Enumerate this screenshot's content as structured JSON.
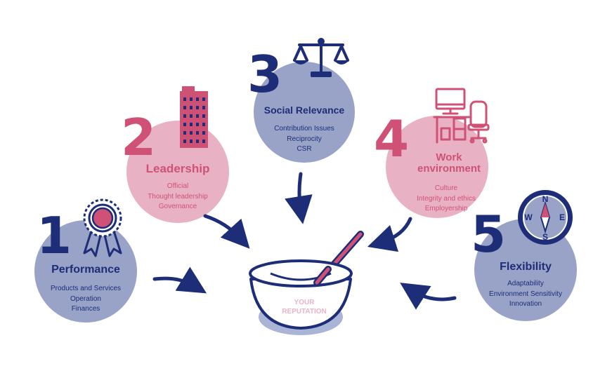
{
  "colors": {
    "navy": "#1d2d78",
    "rose": "#cf5276",
    "blue_circle": "#98a3c7",
    "pink_circle": "#e9b2c4",
    "bowl_shadow": "#aab4d6"
  },
  "center": {
    "label_line1": "YOUR",
    "label_line2": "REPUTATION",
    "icon": "mixing-bowl-icon"
  },
  "factors": [
    {
      "number": "1",
      "title": "Performance",
      "icon": "award-ribbon-icon",
      "items": [
        "Products and Services",
        "Operation",
        "Finances"
      ]
    },
    {
      "number": "2",
      "title": "Leadership",
      "icon": "office-building-icon",
      "items": [
        "Official",
        "Thought leadership",
        "Governance"
      ]
    },
    {
      "number": "3",
      "title": "Social Relevance",
      "icon": "balance-scale-icon",
      "items": [
        "Contribution Issues",
        "Reciprocity",
        "CSR"
      ]
    },
    {
      "number": "4",
      "title_line1": "Work",
      "title_line2": "environment",
      "icon": "office-desk-icon",
      "items": [
        "Culture",
        "Integrity and ethics",
        "Employership"
      ]
    },
    {
      "number": "5",
      "title": "Flexibility",
      "icon": "compass-icon",
      "items": [
        "Adaptability",
        "Environment Sensitivity",
        "Innovation"
      ]
    }
  ],
  "compass_letters": {
    "n": "N",
    "s": "S",
    "e": "E",
    "w": "W"
  }
}
